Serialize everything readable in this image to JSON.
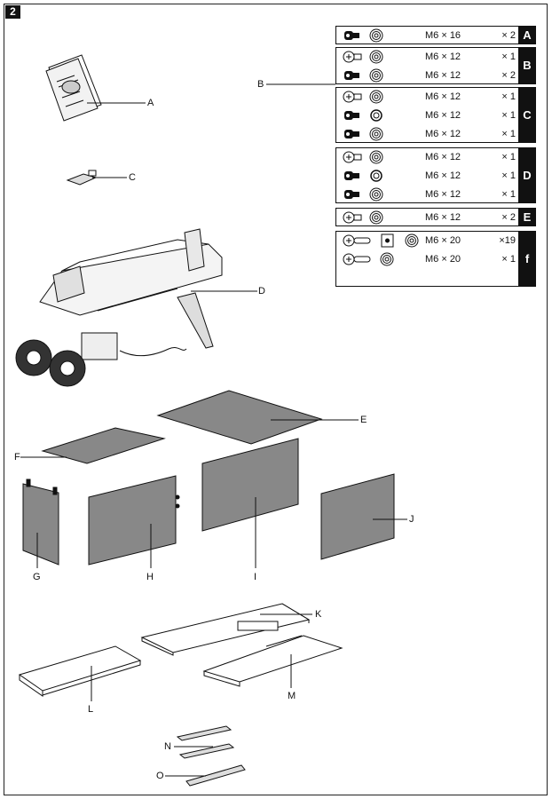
{
  "page_number": "2",
  "parts": {
    "A": "A",
    "B": "B",
    "C": "C",
    "D": "D",
    "E": "E",
    "F": "F",
    "G": "G",
    "H": "H",
    "I": "I",
    "J": "J",
    "K": "K",
    "L": "L",
    "M": "M",
    "N": "N",
    "O": "O"
  },
  "hardware": [
    {
      "tag": "A",
      "rows": [
        {
          "size": "M6 × 16",
          "qty": "× 2",
          "icons": [
            "bolt-hex-icon",
            "nut-icon"
          ]
        }
      ]
    },
    {
      "tag": "B",
      "rows": [
        {
          "size": "M6 × 12",
          "qty": "× 1",
          "icons": [
            "screw-phillips-icon",
            "nut-icon"
          ]
        },
        {
          "size": "M6 × 12",
          "qty": "× 2",
          "icons": [
            "bolt-hex-icon",
            "nut-icon"
          ]
        }
      ]
    },
    {
      "tag": "C",
      "rows": [
        {
          "size": "M6 × 12",
          "qty": "× 1",
          "icons": [
            "screw-phillips-icon",
            "nut-icon"
          ]
        },
        {
          "size": "M6 × 12",
          "qty": "× 1",
          "icons": [
            "bolt-hex-icon",
            "washer-icon"
          ]
        },
        {
          "size": "M6 × 12",
          "qty": "× 1",
          "icons": [
            "bolt-hex-icon",
            "nut-icon"
          ]
        }
      ]
    },
    {
      "tag": "D",
      "rows": [
        {
          "size": "M6 × 12",
          "qty": "× 1",
          "icons": [
            "screw-phillips-icon",
            "nut-icon"
          ]
        },
        {
          "size": "M6 × 12",
          "qty": "× 1",
          "icons": [
            "bolt-hex-icon",
            "washer-icon"
          ]
        },
        {
          "size": "M6 × 12",
          "qty": "× 1",
          "icons": [
            "bolt-hex-icon",
            "nut-icon"
          ]
        }
      ]
    },
    {
      "tag": "E",
      "rows": [
        {
          "size": "M6 × 12",
          "qty": "× 2",
          "icons": [
            "screw-phillips-icon",
            "nut-icon"
          ]
        }
      ]
    },
    {
      "tag": "f",
      "rows": [
        {
          "size": "M6 × 20",
          "qty": "×19",
          "icons": [
            "screw-phillips-long-icon",
            "clip-nut-icon",
            "nut-icon"
          ]
        },
        {
          "size": "M6 × 20",
          "qty": "× 1",
          "icons": [
            "screw-phillips-long-icon",
            "nut-icon"
          ]
        }
      ]
    }
  ]
}
